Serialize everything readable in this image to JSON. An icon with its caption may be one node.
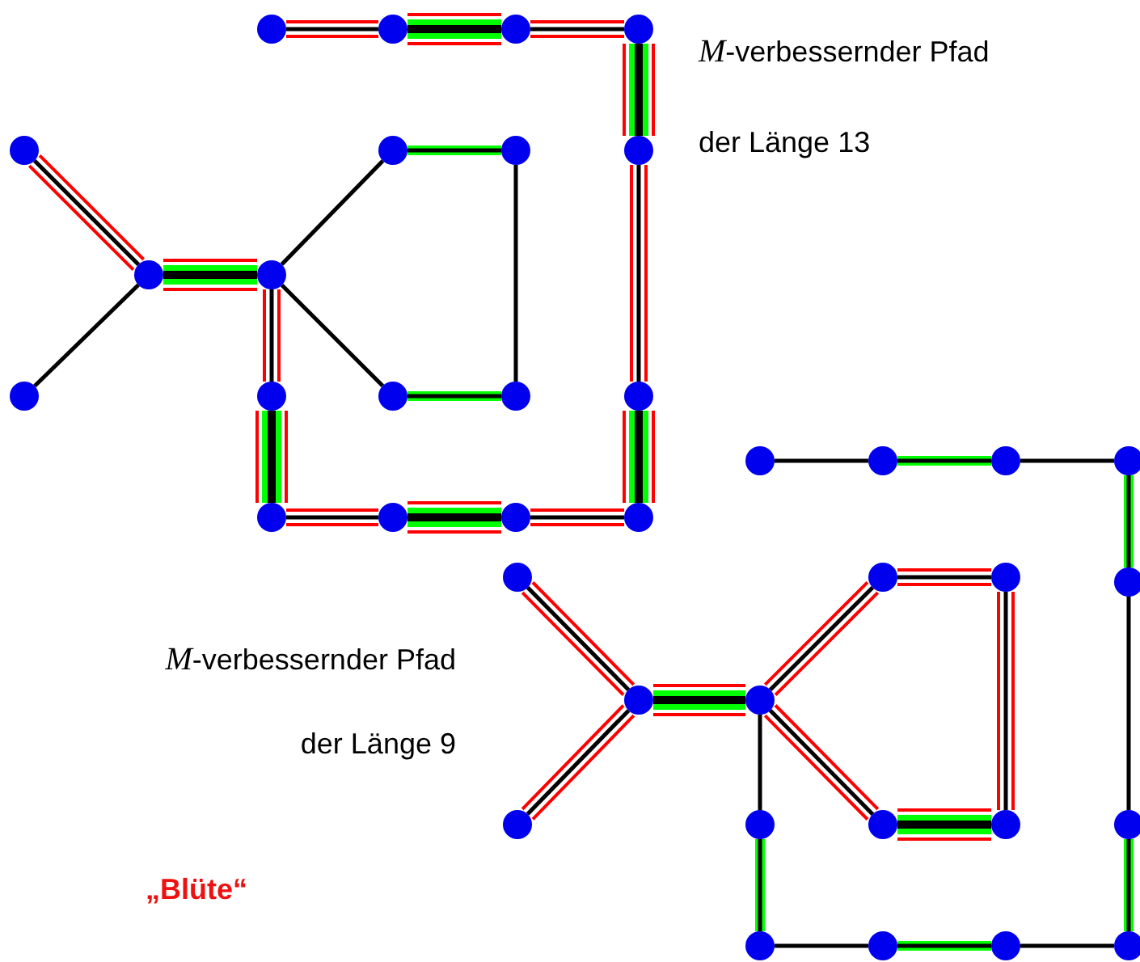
{
  "diagram": {
    "nodes": [
      {
        "text": [],
        "shape": "circle"
      },
      {
        "text": [],
        "shape": "circle"
      },
      {
        "text": [],
        "shape": "circle"
      },
      {
        "text": [],
        "shape": "circle"
      },
      {
        "text": [],
        "shape": "circle"
      },
      {
        "text": [],
        "shape": "circle"
      },
      {
        "text": [],
        "shape": "circle"
      },
      {
        "text": [],
        "shape": "circle"
      },
      {
        "text": [],
        "shape": "circle"
      },
      {
        "text": [],
        "shape": "circle"
      },
      {
        "text": [],
        "shape": "circle"
      },
      {
        "text": [],
        "shape": "circle"
      },
      {
        "text": [],
        "shape": "circle"
      },
      {
        "text": [],
        "shape": "circle"
      },
      {
        "text": [],
        "shape": "circle"
      },
      {
        "text": [],
        "shape": "circle"
      },
      {
        "text": [],
        "shape": "circle"
      },
      {
        "text": [],
        "shape": "circle"
      },
      {
        "text": [],
        "shape": "circle"
      },
      {
        "text": [],
        "shape": "circle"
      },
      {
        "text": [],
        "shape": "circle"
      },
      {
        "text": [],
        "shape": "circle"
      },
      {
        "text": [],
        "shape": "circle"
      },
      {
        "text": [],
        "shape": "circle"
      },
      {
        "text": [],
        "shape": "circle"
      },
      {
        "text": [],
        "shape": "circle"
      },
      {
        "text": [],
        "shape": "circle"
      },
      {
        "text": [],
        "shape": "circle"
      },
      {
        "text": [],
        "shape": "circle"
      },
      {
        "text": [],
        "shape": "circle"
      },
      {
        "text": [],
        "shape": "circle"
      },
      {
        "text": [],
        "shape": "circle"
      },
      {
        "text": [],
        "shape": "circle"
      },
      {
        "text": [],
        "shape": "circle"
      },
      {
        "text": [],
        "shape": "circle"
      },
      {
        "text": [],
        "shape": "circle"
      },
      {
        "text": [],
        "shape": "circle"
      },
      {
        "text": [],
        "shape": "circle"
      }
    ],
    "edges": [
      {
        "from": 0,
        "to": 1,
        "arrow": "none"
      },
      {
        "from": 1,
        "to": 2,
        "arrow": "none",
        "style": "thick"
      },
      {
        "from": 2,
        "to": 3,
        "arrow": "none"
      },
      {
        "from": 3,
        "to": 7,
        "arrow": "none",
        "style": "thick"
      },
      {
        "from": 7,
        "to": 14,
        "arrow": "none"
      },
      {
        "from": 14,
        "to": 22,
        "arrow": "none",
        "style": "thick"
      },
      {
        "from": 22,
        "to": 21,
        "arrow": "none"
      },
      {
        "from": 21,
        "to": 20,
        "arrow": "none",
        "style": "thick"
      },
      {
        "from": 20,
        "to": 19,
        "arrow": "none"
      },
      {
        "from": 19,
        "to": 11,
        "arrow": "none",
        "style": "thick"
      },
      {
        "from": 11,
        "to": 9,
        "arrow": "none"
      },
      {
        "from": 9,
        "to": 8,
        "arrow": "none",
        "style": "thick"
      },
      {
        "from": 8,
        "to": 4,
        "arrow": "none"
      },
      {
        "from": 8,
        "to": 10,
        "arrow": "none",
        "color": "#000000"
      },
      {
        "from": 9,
        "to": 5,
        "arrow": "none",
        "color": "#000000"
      },
      {
        "from": 5,
        "to": 6,
        "arrow": "none",
        "color": "#00ff00"
      },
      {
        "from": 6,
        "to": 13,
        "arrow": "none",
        "color": "#000000"
      },
      {
        "from": 13,
        "to": 12,
        "arrow": "none",
        "color": "#00ff00"
      },
      {
        "from": 12,
        "to": 9,
        "arrow": "none",
        "color": "#000000"
      },
      {
        "from": 15,
        "to": 16,
        "arrow": "none",
        "color": "#000000"
      },
      {
        "from": 16,
        "to": 17,
        "arrow": "none",
        "color": "#00ff00"
      },
      {
        "from": 17,
        "to": 18,
        "arrow": "none",
        "color": "#000000"
      },
      {
        "from": 18,
        "to": 26,
        "arrow": "none",
        "color": "#00ff00"
      },
      {
        "from": 26,
        "to": 33,
        "arrow": "none",
        "color": "#000000"
      },
      {
        "from": 33,
        "to": 37,
        "arrow": "none",
        "color": "#00ff00"
      },
      {
        "from": 37,
        "to": 36,
        "arrow": "none",
        "color": "#000000"
      },
      {
        "from": 36,
        "to": 35,
        "arrow": "none",
        "color": "#00ff00"
      },
      {
        "from": 35,
        "to": 34,
        "arrow": "none",
        "color": "#000000"
      },
      {
        "from": 34,
        "to": 30,
        "arrow": "none",
        "color": "#00ff00"
      },
      {
        "from": 30,
        "to": 28,
        "arrow": "none",
        "color": "#000000"
      },
      {
        "from": 28,
        "to": 27,
        "arrow": "none",
        "style": "thick"
      },
      {
        "from": 27,
        "to": 23,
        "arrow": "none"
      },
      {
        "from": 27,
        "to": 29,
        "arrow": "none"
      },
      {
        "from": 28,
        "to": 24,
        "arrow": "none"
      },
      {
        "from": 24,
        "to": 25,
        "arrow": "none"
      },
      {
        "from": 25,
        "to": 32,
        "arrow": "none"
      },
      {
        "from": 32,
        "to": 31,
        "arrow": "none",
        "style": "thick"
      },
      {
        "from": 31,
        "to": 28,
        "arrow": "none"
      }
    ],
    "labels": [
      "*M*-verbessernder Pfad der Länge 13",
      "*M*-verbessernder Pfad der Länge 9",
      "„Blüte“"
    ]
  }
}
